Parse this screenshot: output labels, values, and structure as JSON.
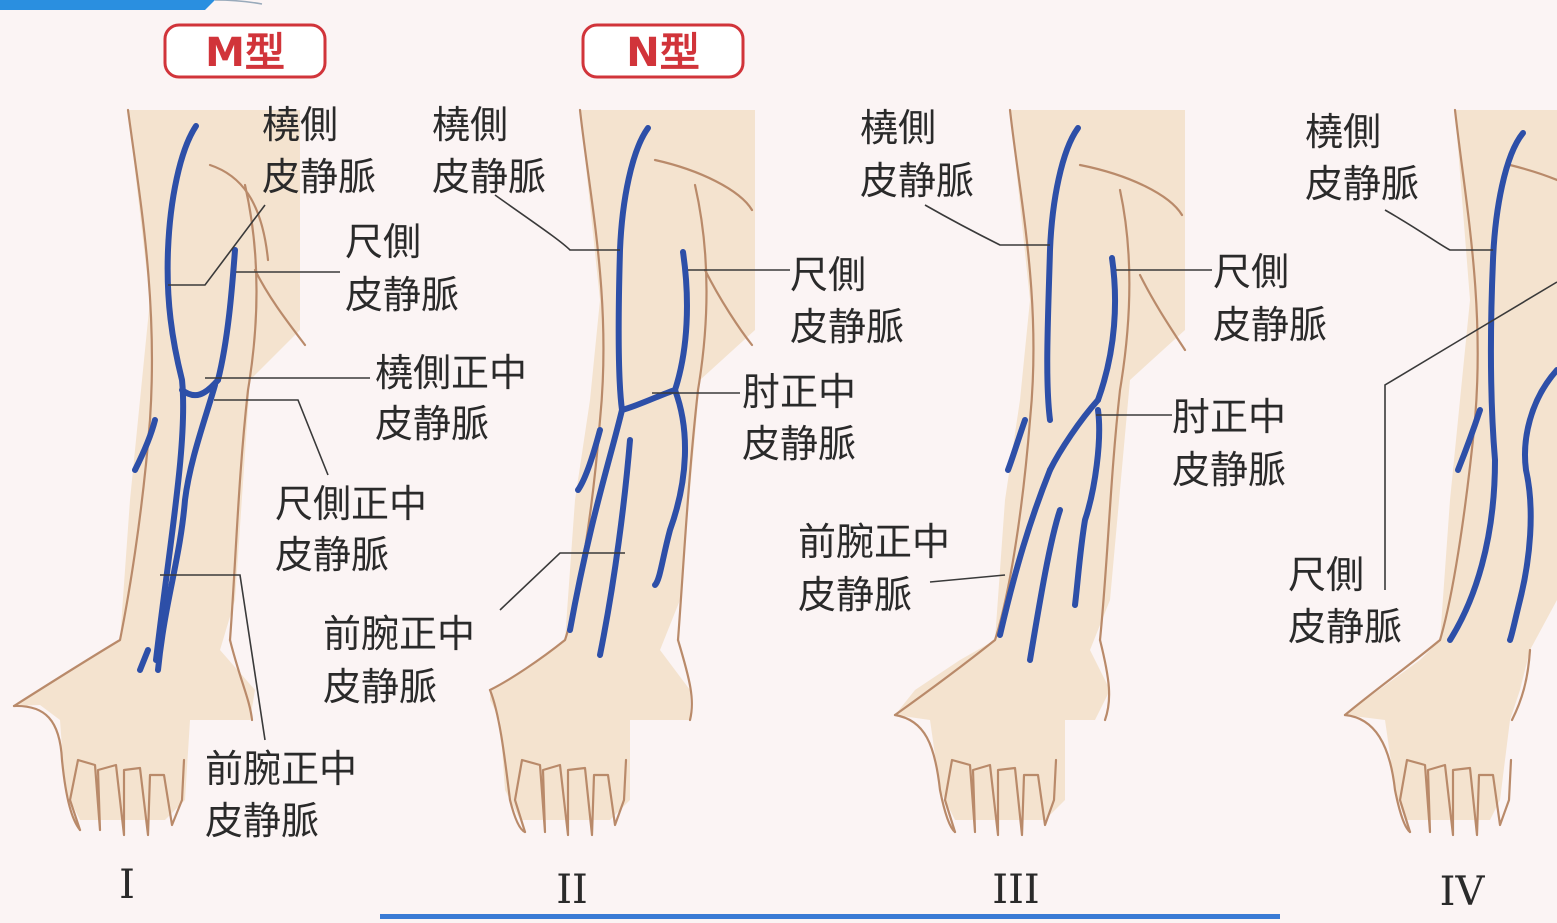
{
  "types": {
    "m": "M型",
    "n": "N型"
  },
  "panels": [
    {
      "numeral": "I",
      "labels": {
        "radial": [
          "橈側",
          "皮静脈"
        ],
        "ulnar": [
          "尺側",
          "皮静脈"
        ],
        "median_cephalic": [
          "橈側正中",
          "皮静脈"
        ],
        "median_basilic": [
          "尺側正中",
          "皮静脈"
        ],
        "median_antebrachial": [
          "前腕正中",
          "皮静脈"
        ]
      }
    },
    {
      "numeral": "II",
      "labels": {
        "radial": [
          "橈側",
          "皮静脈"
        ],
        "ulnar": [
          "尺側",
          "皮静脈"
        ],
        "median_cubital": [
          "肘正中",
          "皮静脈"
        ],
        "median_antebrachial": [
          "前腕正中",
          "皮静脈"
        ]
      }
    },
    {
      "numeral": "III",
      "labels": {
        "radial": [
          "橈側",
          "皮静脈"
        ],
        "ulnar": [
          "尺側",
          "皮静脈"
        ],
        "median_cubital": [
          "肘正中",
          "皮静脈"
        ],
        "median_antebrachial": [
          "前腕正中",
          "皮静脈"
        ]
      }
    },
    {
      "numeral": "IV",
      "labels": {
        "radial": [
          "橈側",
          "皮静脈"
        ],
        "ulnar": [
          "尺側",
          "皮静脈"
        ]
      }
    }
  ],
  "colors": {
    "type_border": "#d1343a",
    "vein": "#2d4fa8",
    "skin": "#f4e3cf",
    "outline": "#b98a6a"
  }
}
